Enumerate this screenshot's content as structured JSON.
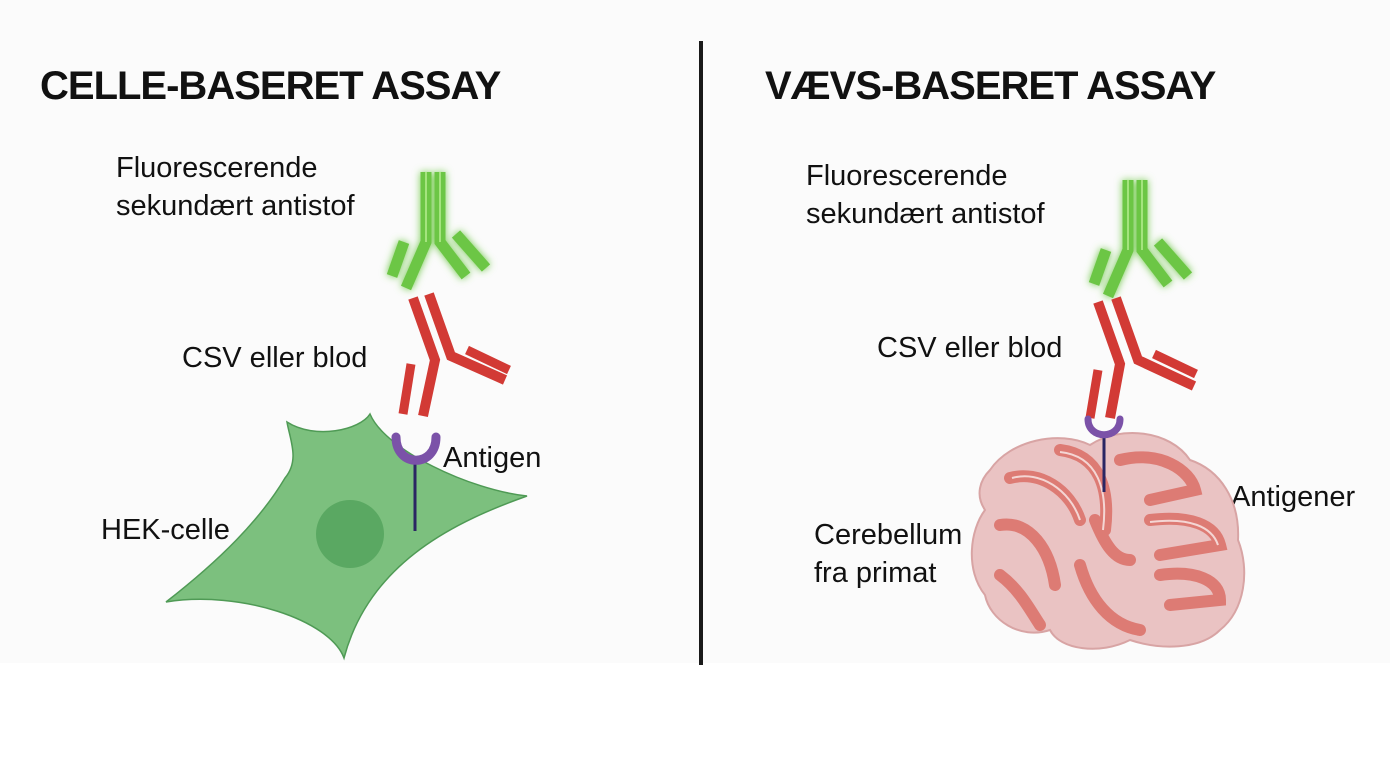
{
  "panels": [
    {
      "title": "CELLE-BASERET ASSAY",
      "labels": {
        "secondary_antibody_line1": "Fluorescerende",
        "secondary_antibody_line2": "sekundært antistof",
        "primary_antibody": "CSV eller blod",
        "antigen": "Antigen",
        "substrate": "HEK-celle"
      }
    },
    {
      "title": "VÆVS-BASERET ASSAY",
      "labels": {
        "secondary_antibody_line1": "Fluorescerende",
        "secondary_antibody_line2": "sekundært antistof",
        "primary_antibody": "CSV eller blod",
        "antigen": "Antigener",
        "substrate_line1": "Cerebellum",
        "substrate_line2": "fra primat"
      }
    }
  ],
  "colors": {
    "secondary_antibody": "#6cc644",
    "primary_antibody": "#d23a35",
    "antigen": "#7b52a8",
    "cell": "#7cc07e",
    "cell_nucleus": "#5aa862",
    "tissue_outer": "#eac3c3",
    "tissue_inner": "#dd7b74",
    "divider": "#1a1a1a"
  }
}
